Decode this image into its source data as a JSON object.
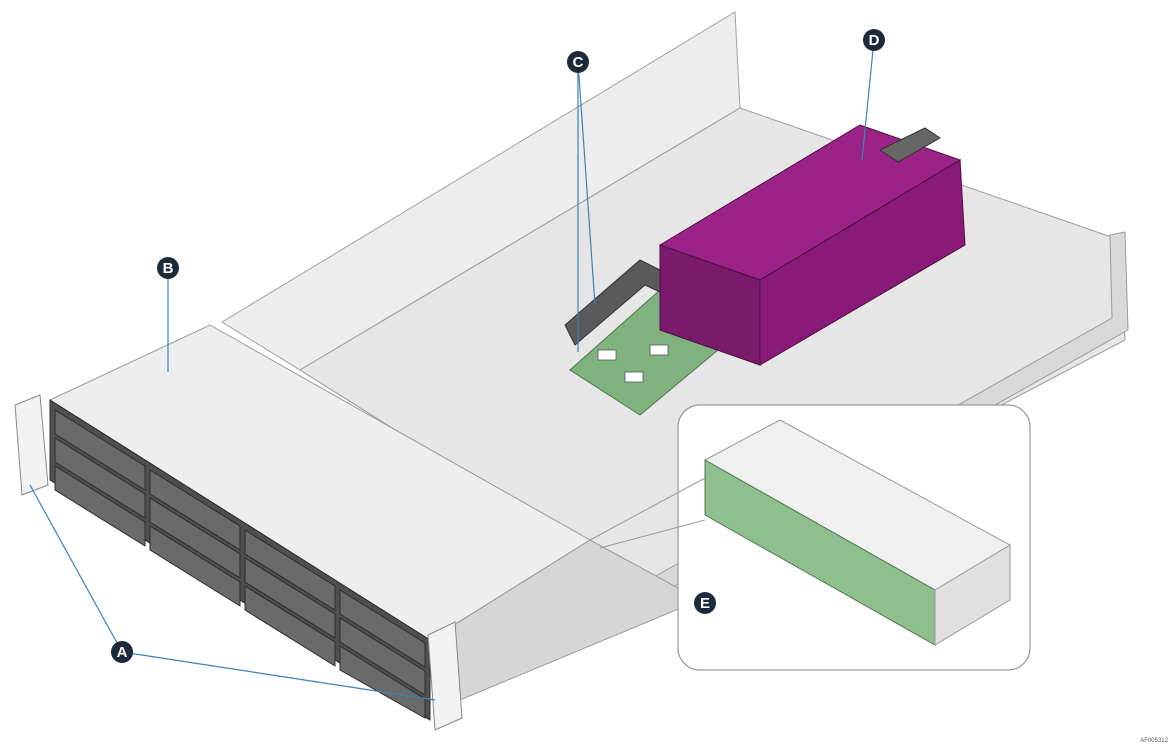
{
  "colors": {
    "chassis_top": "#ececec",
    "chassis_side": "#d4d4d4",
    "chassis_edge": "#9a9a9a",
    "drive_bay": "#5a5a5a",
    "power_supply": "#8a1a78",
    "power_supply_dark": "#6c1460",
    "board_green": "#7fb27f",
    "callout_line": "#3a82b8",
    "callout_badge": "#1d2a3a"
  },
  "callouts": {
    "a": "A",
    "b": "B",
    "c": "C",
    "d": "D",
    "e": "E"
  },
  "figure_id": "AF005312"
}
